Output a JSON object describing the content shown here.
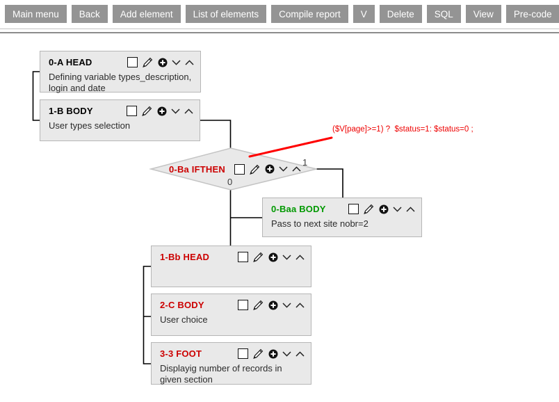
{
  "toolbar": {
    "buttons": [
      {
        "label": "Main menu"
      },
      {
        "label": "Back"
      },
      {
        "label": "Add element"
      },
      {
        "label": "List of elements"
      },
      {
        "label": "Compile report"
      },
      {
        "label": "V"
      },
      {
        "label": "Delete"
      },
      {
        "label": "SQL"
      },
      {
        "label": "View"
      },
      {
        "label": "Pre-code"
      }
    ]
  },
  "canvas": {
    "nodes": [
      {
        "title": "0-A HEAD",
        "text": "Defining variable types_description, login and date",
        "title_color": "#000000",
        "shape": "rect"
      },
      {
        "title": "1-B BODY",
        "text": "User types selection",
        "title_color": "#000000",
        "shape": "rect"
      },
      {
        "title": "0-Ba IFTHEN",
        "text": "",
        "title_color": "#cc0000",
        "shape": "diamond",
        "branch_true_label": "1",
        "branch_false_label": "0"
      },
      {
        "title": "0-Baa BODY",
        "text": "Pass to next site nobr=2",
        "title_color": "#009900",
        "shape": "rect"
      },
      {
        "title": "1-Bb HEAD",
        "text": "",
        "title_color": "#cc0000",
        "shape": "rect"
      },
      {
        "title": "2-C BODY",
        "text": "User choice",
        "title_color": "#cc0000",
        "shape": "rect"
      },
      {
        "title": "3-3 FOOT",
        "text": "Displayig number of records in given section",
        "title_color": "#cc0000",
        "shape": "rect"
      }
    ],
    "annotation": {
      "text": "($V[page]>=1) ?  $status=1: $status=0 ;",
      "color": "#ee0000"
    },
    "node_controls": [
      "select-checkbox",
      "edit-pencil",
      "add-element",
      "move-down",
      "move-up"
    ]
  },
  "colors": {
    "button_bg": "#949494",
    "node_bg": "#e9e9e9",
    "node_border": "#b6b6b6",
    "title_default": "#000000",
    "title_red": "#cc0000",
    "title_green": "#009900",
    "connector": "#000000",
    "annotation_line": "#ff0000"
  }
}
